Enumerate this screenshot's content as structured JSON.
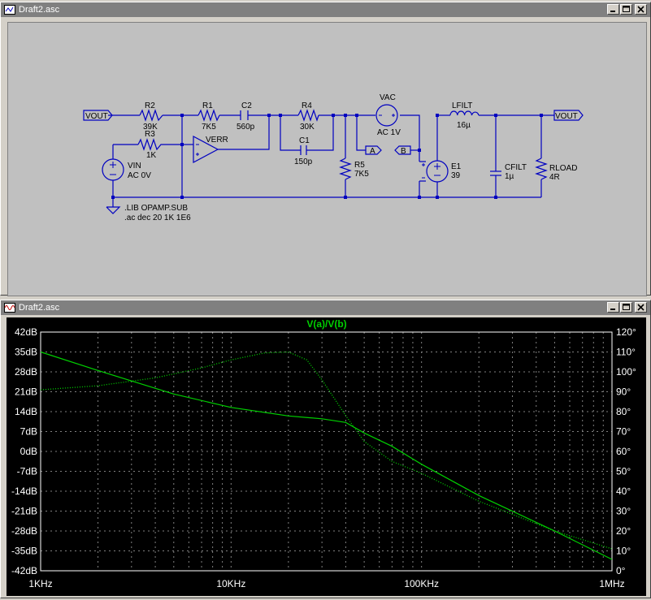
{
  "schematic_window": {
    "title": "Draft2.asc",
    "components": {
      "vout_left": "VOUT",
      "r2_name": "R2",
      "r2_value": "39K",
      "r1_name": "R1",
      "r1_value": "7K5",
      "c2_name": "C2",
      "c2_value": "560p",
      "r4_name": "R4",
      "r4_value": "30K",
      "vac_name": "VAC",
      "vac_value": "AC 1V",
      "lfilt_name": "LFILT",
      "lfilt_value": "16µ",
      "vout_right": "VOUT",
      "r3_name": "R3",
      "r3_value": "1K",
      "verr_name": "VERR",
      "vin_name": "VIN",
      "vin_value": "AC 0V",
      "c1_name": "C1",
      "c1_value": "150p",
      "r5_name": "R5",
      "r5_value": "7K5",
      "label_a": "A",
      "label_b": "B",
      "e1_name": "E1",
      "e1_value": "39",
      "cfilt_name": "CFILT",
      "cfilt_value": "1µ",
      "rload_name": "RLOAD",
      "rload_value": "4R",
      "directive_lib": ".LIB OPAMP.SUB",
      "directive_ac": ".ac dec 20 1K 1E6"
    }
  },
  "plot_window": {
    "title": "Draft2.asc"
  },
  "chart_data": {
    "type": "line",
    "title": "V(a)/V(b)",
    "x_scale": "log",
    "xlim": [
      1000,
      1000000
    ],
    "x_tick_labels": [
      "1KHz",
      "10KHz",
      "100KHz",
      "1MHz"
    ],
    "x_tick_values": [
      1000,
      10000,
      100000,
      1000000
    ],
    "y_left_ticks": [
      "42dB",
      "35dB",
      "28dB",
      "21dB",
      "14dB",
      "7dB",
      "0dB",
      "-7dB",
      "-14dB",
      "-21dB",
      "-28dB",
      "-35dB",
      "-42dB"
    ],
    "y_left_values": [
      42,
      35,
      28,
      21,
      14,
      7,
      0,
      -7,
      -14,
      -21,
      -28,
      -35,
      -42
    ],
    "ylim_left": [
      -42,
      42
    ],
    "y_right_ticks": [
      "120°",
      "110°",
      "100°",
      "90°",
      "80°",
      "70°",
      "60°",
      "50°",
      "40°",
      "30°",
      "20°",
      "10°",
      "0°"
    ],
    "y_right_values": [
      120,
      110,
      100,
      90,
      80,
      70,
      60,
      50,
      40,
      30,
      20,
      10,
      0
    ],
    "ylim_right": [
      0,
      120
    ],
    "grid": true,
    "color": "#00d000",
    "series": [
      {
        "id": "magnitude",
        "axis": "left",
        "style": "solid",
        "x": [
          1000,
          2000,
          5000,
          10000,
          20000,
          30000,
          40000,
          50000,
          70000,
          100000,
          200000,
          500000,
          1000000
        ],
        "y": [
          35,
          28.5,
          20.2,
          15.5,
          12.5,
          11.5,
          10.2,
          6.5,
          1.8,
          -4.5,
          -15.5,
          -28,
          -38
        ]
      },
      {
        "id": "phase",
        "axis": "right",
        "style": "dotted",
        "x": [
          1000,
          2000,
          4000,
          7000,
          10000,
          15000,
          20000,
          25000,
          30000,
          40000,
          50000,
          70000,
          100000,
          200000,
          500000,
          1000000
        ],
        "y": [
          91,
          93,
          97,
          102,
          106,
          109.5,
          110,
          106,
          96,
          78,
          65,
          55,
          49,
          35,
          20,
          11
        ]
      }
    ]
  }
}
